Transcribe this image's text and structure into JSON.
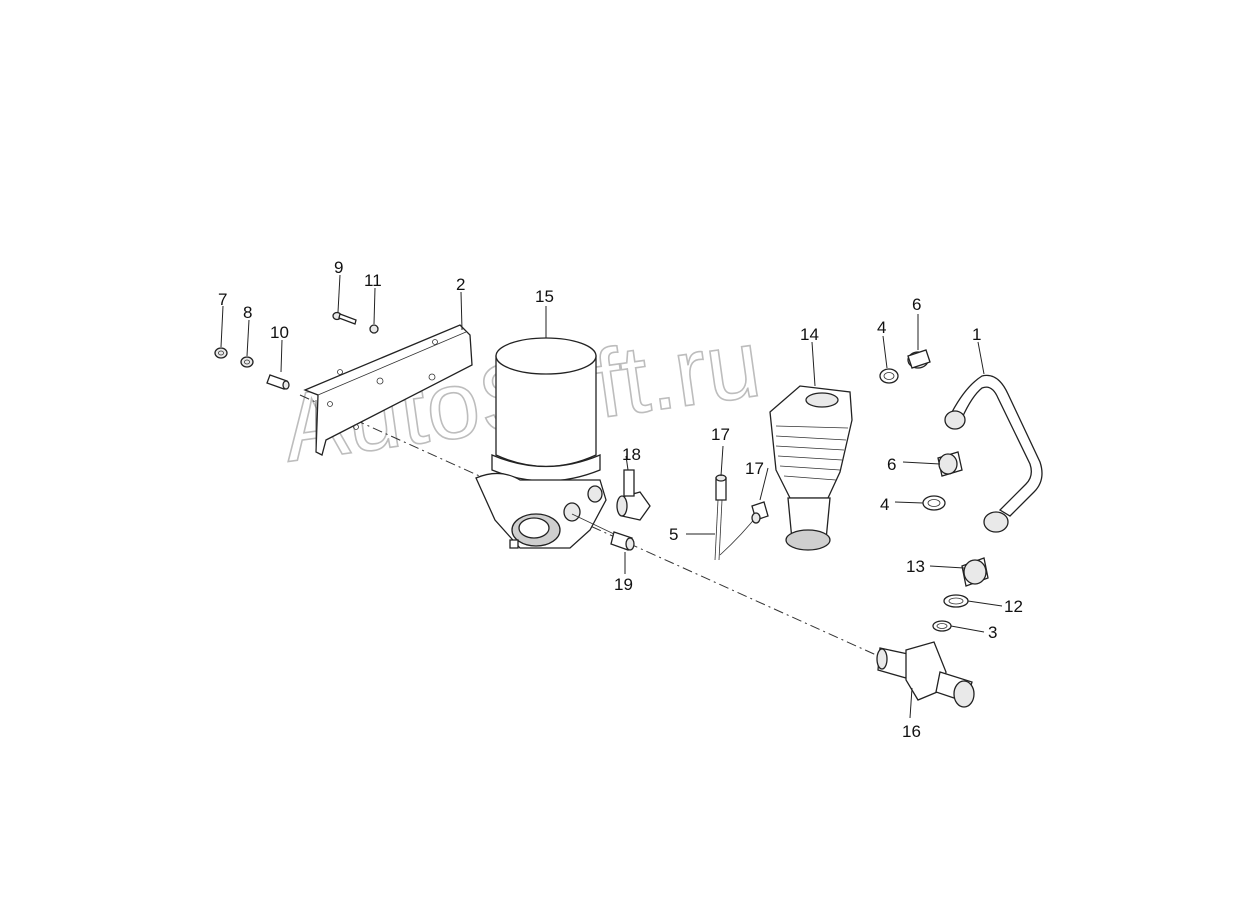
{
  "diagram": {
    "watermark": "AutoSoft.ru",
    "callouts": [
      {
        "id": "c1",
        "label": "1"
      },
      {
        "id": "c2",
        "label": "2"
      },
      {
        "id": "c3",
        "label": "3"
      },
      {
        "id": "c4a",
        "label": "4"
      },
      {
        "id": "c4b",
        "label": "4"
      },
      {
        "id": "c5",
        "label": "5"
      },
      {
        "id": "c6a",
        "label": "6"
      },
      {
        "id": "c6b",
        "label": "6"
      },
      {
        "id": "c7",
        "label": "7"
      },
      {
        "id": "c8",
        "label": "8"
      },
      {
        "id": "c9",
        "label": "9"
      },
      {
        "id": "c10",
        "label": "10"
      },
      {
        "id": "c11",
        "label": "11"
      },
      {
        "id": "c12",
        "label": "12"
      },
      {
        "id": "c13",
        "label": "13"
      },
      {
        "id": "c14",
        "label": "14"
      },
      {
        "id": "c15",
        "label": "15"
      },
      {
        "id": "c16",
        "label": "16"
      },
      {
        "id": "c17a",
        "label": "17"
      },
      {
        "id": "c17b",
        "label": "17"
      },
      {
        "id": "c18",
        "label": "18"
      },
      {
        "id": "c19",
        "label": "19"
      }
    ]
  }
}
